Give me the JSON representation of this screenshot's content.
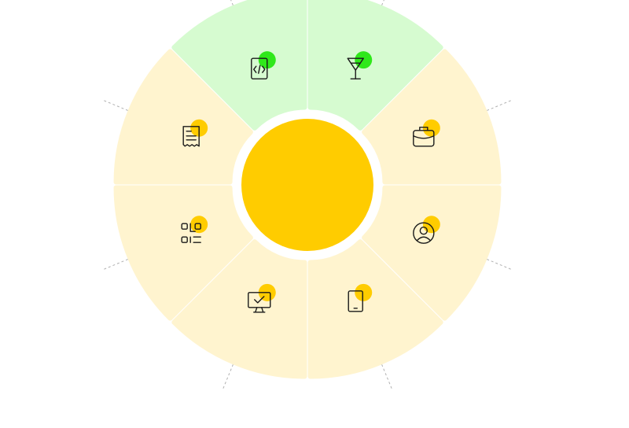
{
  "colors": {
    "green_fill": "#d6fbd0",
    "yellow_fill": "#fff4cf",
    "green_dot": "#2fe81a",
    "yellow_dot": "#ffcc00",
    "center": "#ffcc00",
    "icon_stroke": "#1a1a1a",
    "dash": "#b0b0b0"
  },
  "segments": [
    {
      "id": "drinks",
      "icon": "cocktail-glass-icon",
      "state": "active"
    },
    {
      "id": "business",
      "icon": "briefcase-icon",
      "state": "inactive"
    },
    {
      "id": "profile",
      "icon": "user-circle-icon",
      "state": "inactive"
    },
    {
      "id": "mobile",
      "icon": "tablet-icon",
      "state": "inactive"
    },
    {
      "id": "monitor",
      "icon": "monitor-check-icon",
      "state": "inactive"
    },
    {
      "id": "qr",
      "icon": "qr-code-icon",
      "state": "inactive"
    },
    {
      "id": "receipt",
      "icon": "receipt-icon",
      "state": "inactive"
    },
    {
      "id": "code",
      "icon": "code-file-icon",
      "state": "active"
    }
  ]
}
